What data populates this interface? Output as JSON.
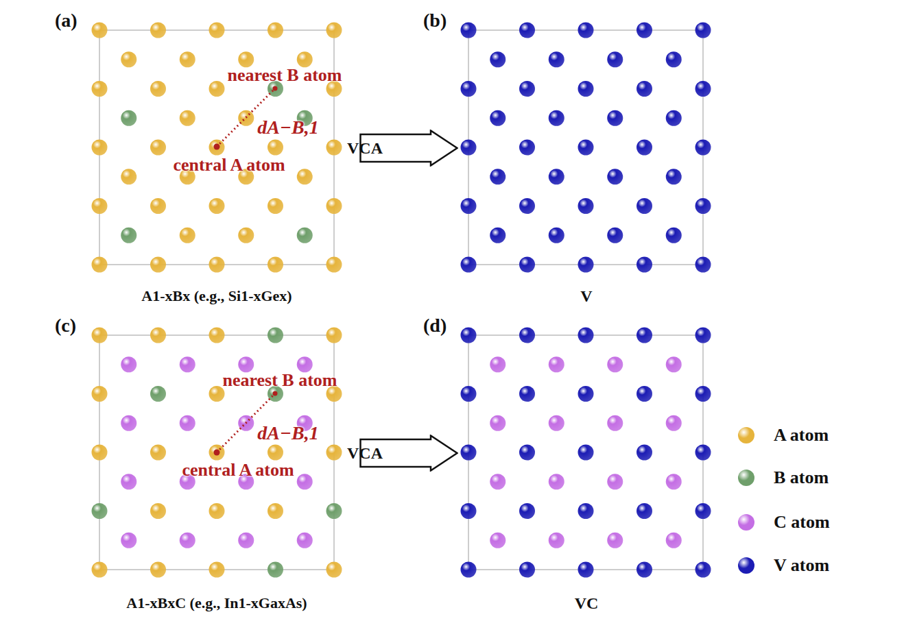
{
  "diagram": {
    "nodes": [
      {
        "text": [
          "VCA"
        ]
      },
      {
        "text": [
          "VCA"
        ]
      }
    ],
    "labels": [
      "(a)",
      "nearest B atom",
      "dA−B,1",
      "central A atom",
      "A1-xBx (e.g., Si1-xGex)",
      "(b)",
      "V",
      "(c)",
      "nearest B atom",
      "dA−B,1",
      "central A atom",
      "A1-xBxC (e.g., In1-xGaxAs)",
      "(d)",
      "VC"
    ],
    "legend": [
      {
        "text": "A atom",
        "color": "#e6b43c"
      },
      {
        "text": "B atom",
        "color": "#6f9f6b"
      },
      {
        "text": "C atom",
        "color": "#c46ee4"
      },
      {
        "text": "V atom",
        "color": "#1c1cb4"
      }
    ]
  }
}
